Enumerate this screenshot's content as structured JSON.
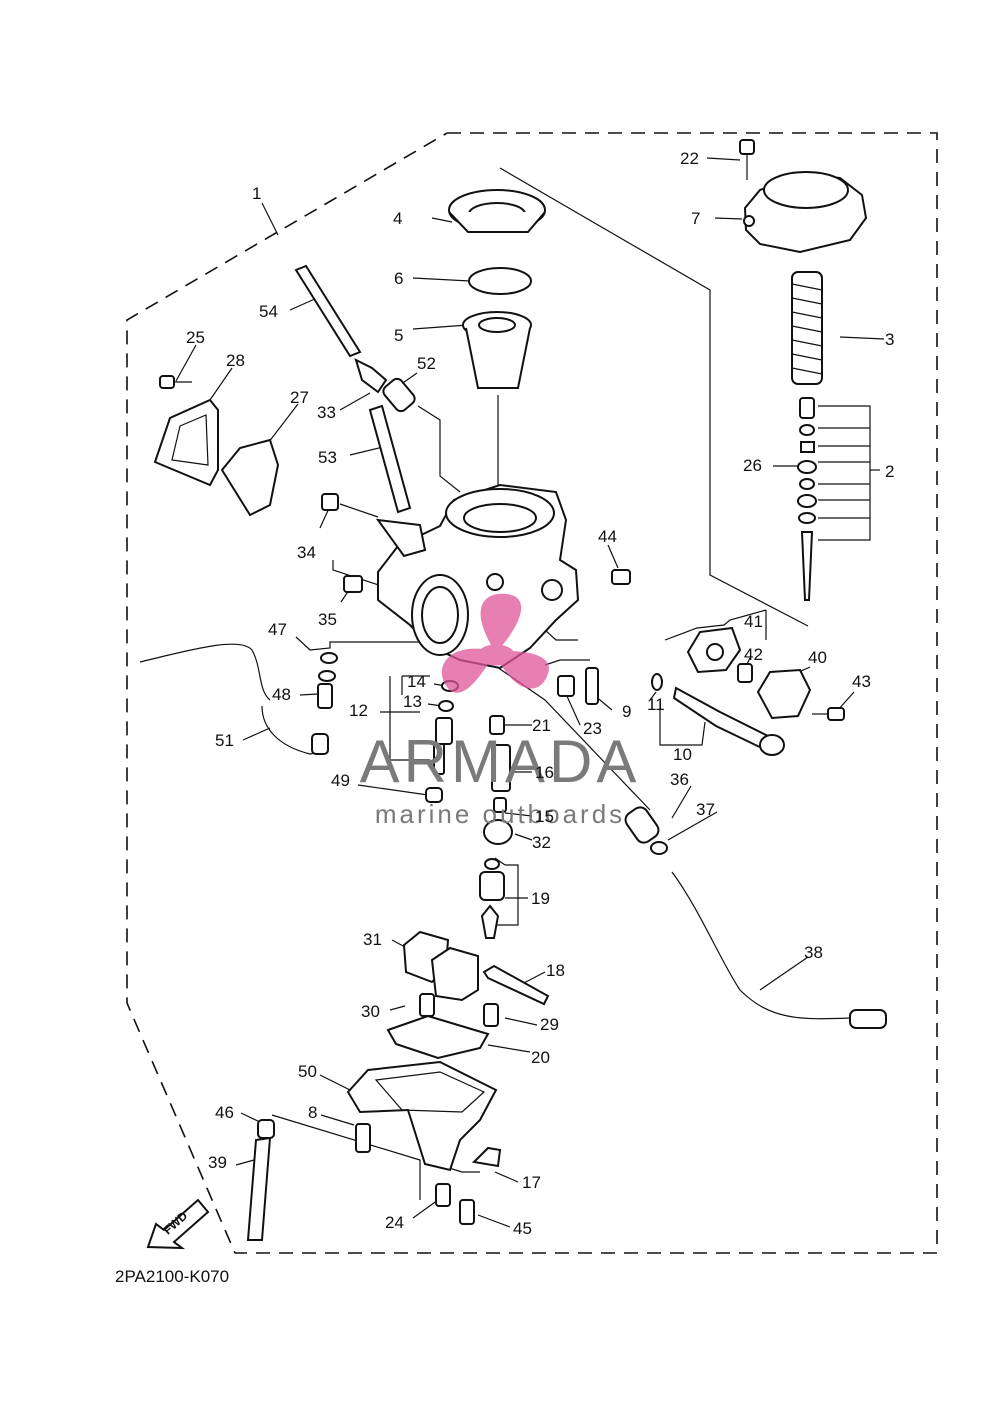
{
  "diagram": {
    "code": "2PA2100-K070",
    "fwd_label": "FWD",
    "callouts": [
      "1",
      "2",
      "3",
      "4",
      "5",
      "6",
      "7",
      "8",
      "9",
      "10",
      "11",
      "12",
      "13",
      "14",
      "15",
      "16",
      "17",
      "18",
      "19",
      "20",
      "21",
      "22",
      "23",
      "24",
      "25",
      "26",
      "27",
      "28",
      "29",
      "30",
      "31",
      "32",
      "33",
      "34",
      "35",
      "36",
      "37",
      "38",
      "39",
      "40",
      "41",
      "42",
      "43",
      "44",
      "45",
      "46",
      "47",
      "48",
      "49",
      "50",
      "51",
      "52",
      "53",
      "54"
    ]
  },
  "watermark": {
    "brand": "ARMADA",
    "tagline": "marine outboards",
    "color": "#e0559a"
  },
  "colors": {
    "line": "#111111",
    "watermark_text": "#7a7a7a"
  }
}
